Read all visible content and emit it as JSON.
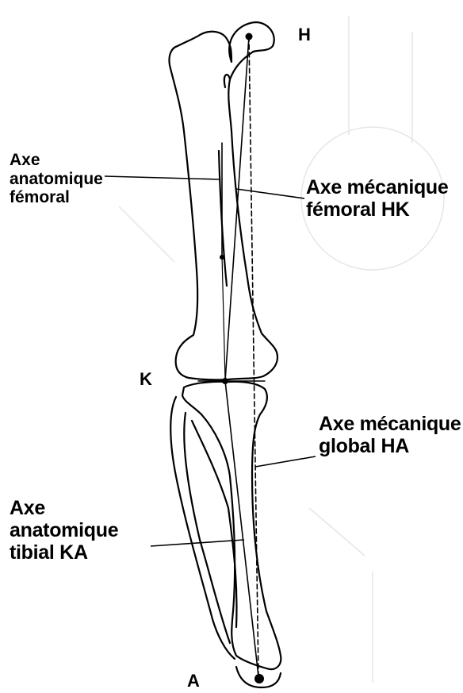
{
  "points": {
    "H": "H",
    "K": "K",
    "A": "A"
  },
  "labels": {
    "femoral_anatomical_axis": [
      "Axe",
      "anatomique",
      "fémoral"
    ],
    "femoral_mechanical_axis": [
      "Axe mécanique",
      "fémoral HK"
    ],
    "global_mechanical_axis": [
      "Axe mécanique",
      "global HA"
    ],
    "tibial_anatomical_axis": [
      "Axe",
      "anatomique",
      "tibial KA"
    ]
  },
  "colors": {
    "ink": "#000000",
    "background": "#ffffff",
    "faint": "#e6e6e6"
  }
}
